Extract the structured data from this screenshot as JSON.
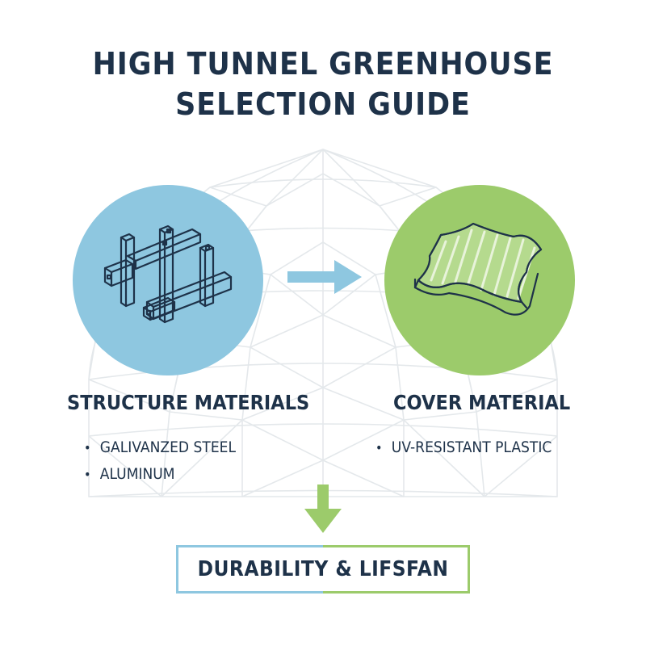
{
  "title": {
    "line1": "HIGH TUNNEL GREENHOUSE",
    "line2": "SELECTION GUIDE"
  },
  "structure": {
    "heading": "STRUCTURE MATERIALS",
    "icon": "metal-beams-icon",
    "items": [
      "GALIVANZED STEEL",
      "ALUMINUM"
    ]
  },
  "cover": {
    "heading": "COVER MATERIAL",
    "icon": "plastic-sheet-icon",
    "items": [
      "UV-RESISTANT PLASTIC"
    ]
  },
  "result": {
    "label": "DURABILITY & LIFSFAN"
  },
  "colors": {
    "navy": "#1e3249",
    "blue": "#8ec7e0",
    "green": "#9ccb6b",
    "dome_lines": "#e6e9ec"
  }
}
